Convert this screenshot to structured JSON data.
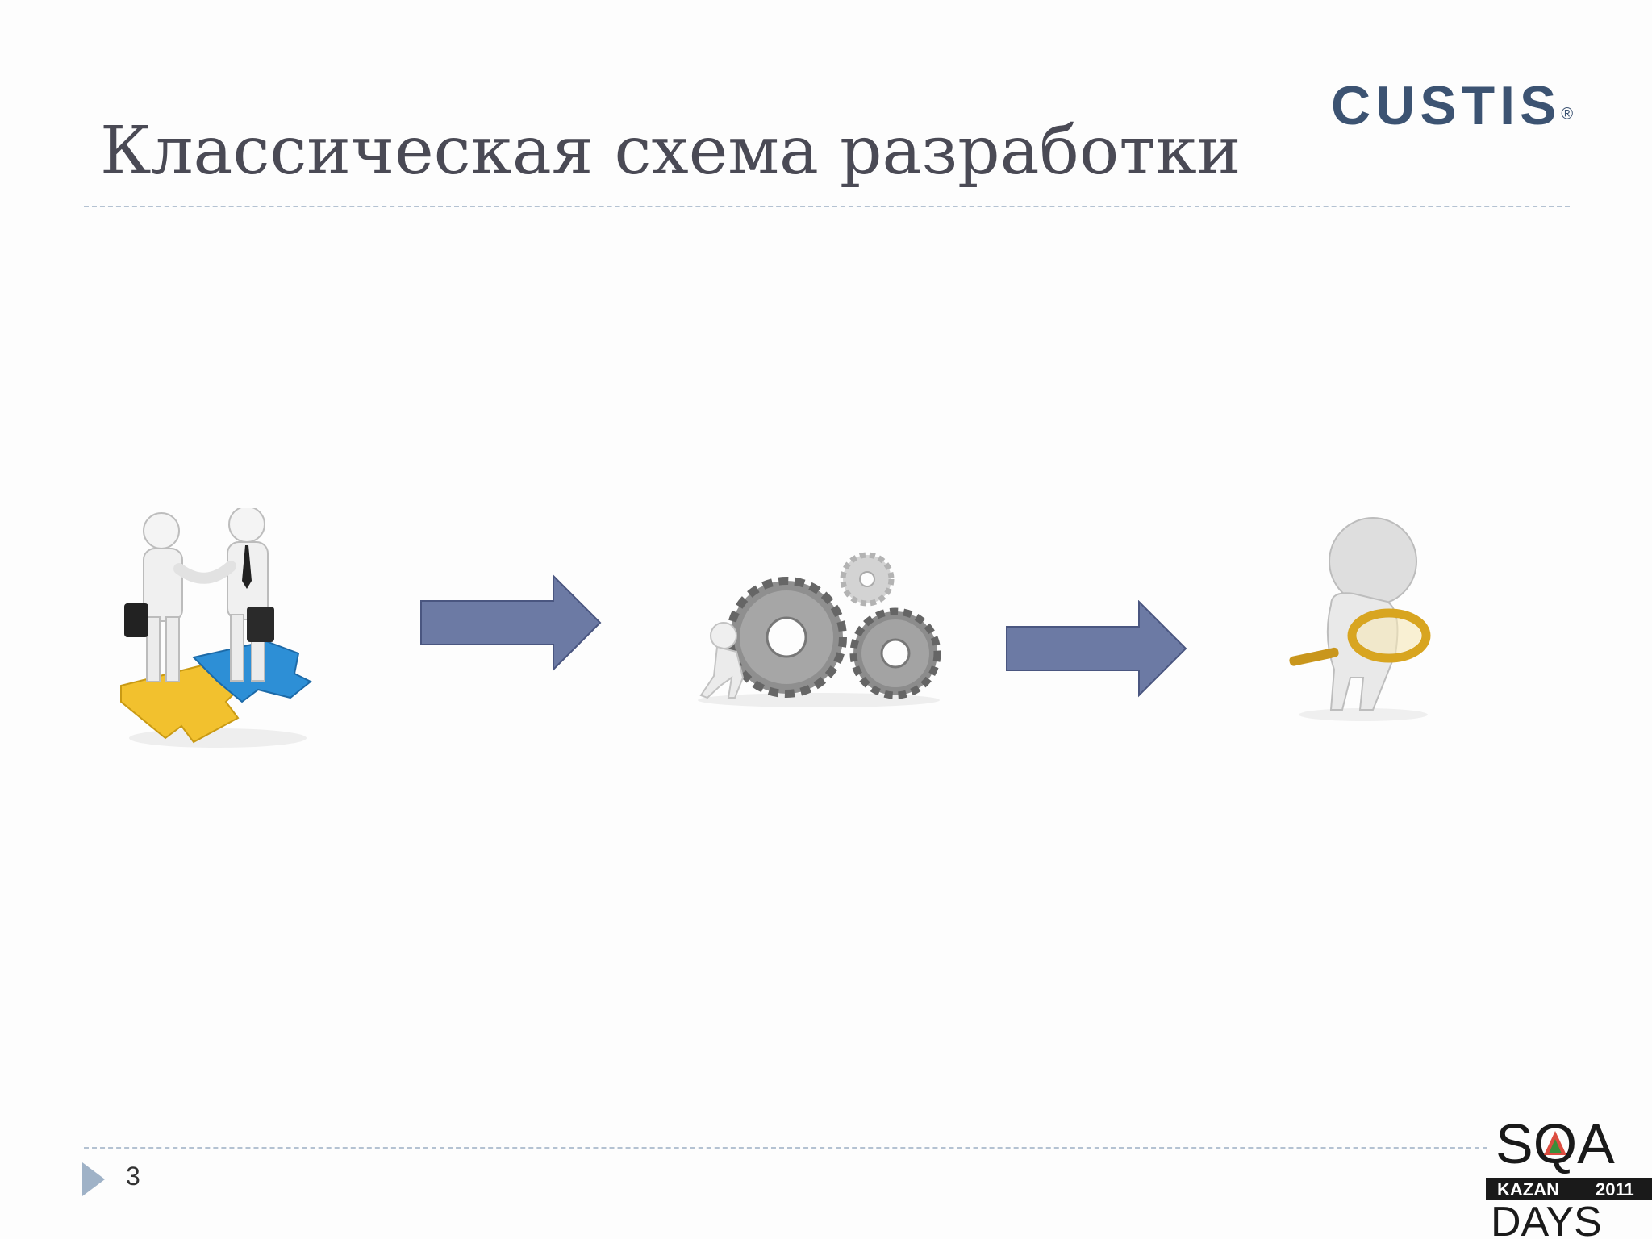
{
  "slide": {
    "title": "Классическая схема разработки",
    "page_number": "3"
  },
  "logos": {
    "custis": {
      "text": "CUSTIS",
      "mark": "®",
      "color": "#3c5372"
    },
    "sqa_days": {
      "top": "SQA",
      "city": "KAZAN",
      "year": "2011",
      "bottom": "DAYS"
    }
  },
  "diagram": {
    "steps": [
      {
        "icon": "handshake-puzzle-icon"
      },
      {
        "icon": "gears-figure-icon"
      },
      {
        "icon": "magnifier-figure-icon"
      }
    ],
    "arrow_color": "#6c7aa4",
    "accent_colors": {
      "puzzle_yellow": "#f2c12e",
      "puzzle_blue": "#2d8fd6",
      "magnifier_gold": "#d8a520"
    }
  }
}
